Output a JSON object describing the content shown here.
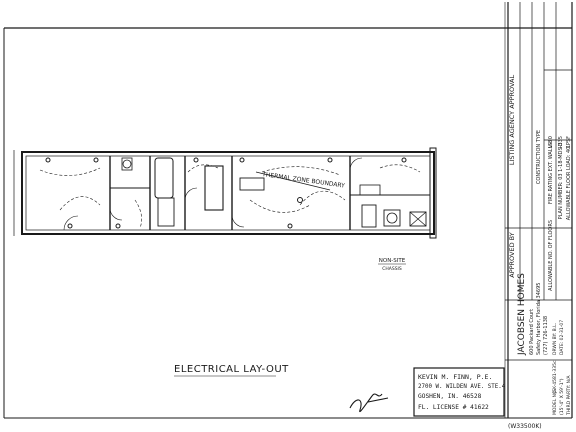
{
  "drawing": {
    "sheet_title": "ELECTRICAL LAY-OUT",
    "plan_room_label": "THERMAL ZONE BOUNDARY",
    "scale_note": "NON-SITE",
    "scale_note_sub": "CHASSIS",
    "sheet_id": "(W33500K)"
  },
  "approval_block": {
    "listing": "LISTING AGENCY APPROVAL",
    "approved_by": "APPROVED BY",
    "code_rows": [
      {
        "code": "V-8",
        "text": "FIRE RATING EXT. WALLS: 0"
      },
      {
        "code": "ID",
        "text": "PLAN NUMBER: 03 1-18-MDS-335"
      },
      {
        "code": "1",
        "text": "ALLOWABLE FLOOR LOAD: 40 PSF"
      }
    ],
    "construction_type": "CONSTRUCTION TYPE",
    "floors": "ALLOWABLE NO. OF FLOORS",
    "model_no_label": "MODEL NO.",
    "model_no": "JSK-4581-335c",
    "size": "(15'-4\" X 59'-1\")",
    "drawn_by": "DRWN BY: B.L.",
    "date": "DATE: 02-31-07",
    "third_party": "THIRD PARTY: N/A"
  },
  "company": {
    "name": "JACOBSEN HOMES",
    "address1": "600 Packard Court",
    "address2": "Safety Harbor, Florida 34695",
    "phone": "(727) 726-1138"
  },
  "engineer_stamp": {
    "name": "KEVIN M. FINN, P.E.",
    "address": "2700 W. WILDEN AVE. STE.4",
    "city": "GOSHEN, IN. 46528",
    "license": "FL. LICENSE # 41622"
  },
  "colors": {
    "ink": "#1a1a1a",
    "paper": "#ffffff"
  }
}
